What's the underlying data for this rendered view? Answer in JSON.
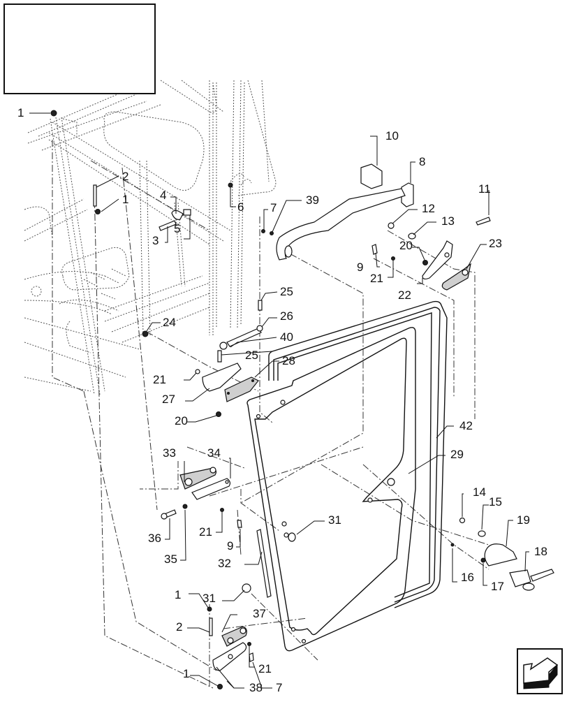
{
  "diagram": {
    "type": "exploded-parts-diagram",
    "subject": "Cab door assembly",
    "title_block_text": "",
    "callouts": [
      {
        "id": "c1a",
        "label": "1"
      },
      {
        "id": "c2a",
        "label": "2"
      },
      {
        "id": "c1b",
        "label": "1"
      },
      {
        "id": "c4",
        "label": "4"
      },
      {
        "id": "c5",
        "label": "5"
      },
      {
        "id": "c3",
        "label": "3"
      },
      {
        "id": "c6",
        "label": "6"
      },
      {
        "id": "c7a",
        "label": "7"
      },
      {
        "id": "c39",
        "label": "39"
      },
      {
        "id": "c10",
        "label": "10"
      },
      {
        "id": "c8",
        "label": "8"
      },
      {
        "id": "c12",
        "label": "12"
      },
      {
        "id": "c13",
        "label": "13"
      },
      {
        "id": "c11",
        "label": "11"
      },
      {
        "id": "c20a",
        "label": "20"
      },
      {
        "id": "c9a",
        "label": "9"
      },
      {
        "id": "c21a",
        "label": "21"
      },
      {
        "id": "c22",
        "label": "22"
      },
      {
        "id": "c23",
        "label": "23"
      },
      {
        "id": "c25a",
        "label": "25"
      },
      {
        "id": "c26",
        "label": "26"
      },
      {
        "id": "c24",
        "label": "24"
      },
      {
        "id": "c40",
        "label": "40"
      },
      {
        "id": "c25b",
        "label": "25"
      },
      {
        "id": "c21b",
        "label": "21"
      },
      {
        "id": "c28",
        "label": "28"
      },
      {
        "id": "c27",
        "label": "27"
      },
      {
        "id": "c20b",
        "label": "20"
      },
      {
        "id": "c42",
        "label": "42"
      },
      {
        "id": "c29",
        "label": "29"
      },
      {
        "id": "c33",
        "label": "33"
      },
      {
        "id": "c34",
        "label": "34"
      },
      {
        "id": "c14",
        "label": "14"
      },
      {
        "id": "c15",
        "label": "15"
      },
      {
        "id": "c19",
        "label": "19"
      },
      {
        "id": "c31a",
        "label": "31"
      },
      {
        "id": "c21c",
        "label": "21"
      },
      {
        "id": "c9b",
        "label": "9"
      },
      {
        "id": "c36",
        "label": "36"
      },
      {
        "id": "c35",
        "label": "35"
      },
      {
        "id": "c32",
        "label": "32"
      },
      {
        "id": "c18",
        "label": "18"
      },
      {
        "id": "c16",
        "label": "16"
      },
      {
        "id": "c17",
        "label": "17"
      },
      {
        "id": "c1c",
        "label": "1"
      },
      {
        "id": "c31b",
        "label": "31"
      },
      {
        "id": "c37",
        "label": "37"
      },
      {
        "id": "c2b",
        "label": "2"
      },
      {
        "id": "c21d",
        "label": "21"
      },
      {
        "id": "c1d",
        "label": "1"
      },
      {
        "id": "c38",
        "label": "38"
      },
      {
        "id": "c7b",
        "label": "7"
      }
    ]
  },
  "navigation": {
    "next_page_icon": "arrow-bottom-left-icon"
  }
}
